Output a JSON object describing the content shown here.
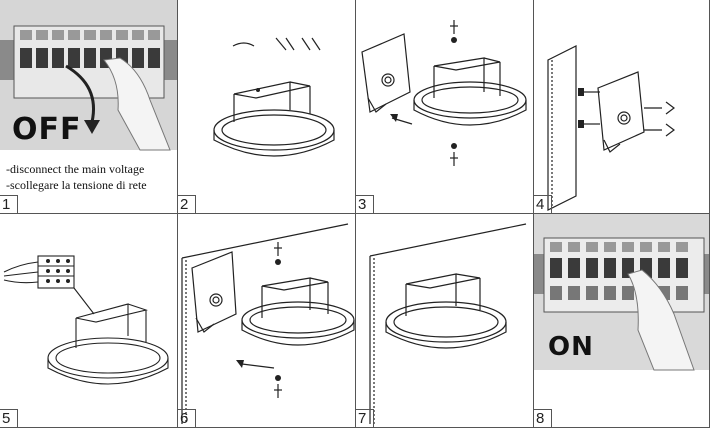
{
  "panels": [
    {
      "step": "1",
      "word": "OFF",
      "captions": [
        "-disconnect the main voltage",
        "-scollegare la tensione di rete"
      ]
    },
    {
      "step": "2"
    },
    {
      "step": "3"
    },
    {
      "step": "4"
    },
    {
      "step": "5"
    },
    {
      "step": "6"
    },
    {
      "step": "7"
    },
    {
      "step": "8",
      "word": "ON"
    }
  ],
  "colors": {
    "line": "#222222",
    "panel_photo_bg": "#d9d9d9",
    "breaker_dark": "#3a3a3a"
  }
}
